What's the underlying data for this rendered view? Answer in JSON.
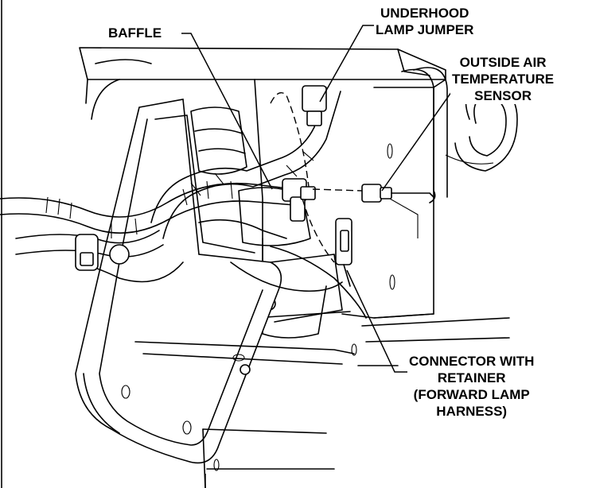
{
  "labels": {
    "baffle": "BAFFLE",
    "underhood_line1": "UNDERHOOD",
    "underhood_line2": "LAMP JUMPER",
    "oat_line1": "OUTSIDE AIR",
    "oat_line2": "TEMPERATURE",
    "oat_line3": "SENSOR",
    "connector_line1": "CONNECTOR WITH",
    "connector_line2": "RETAINER",
    "connector_line3": "(FORWARD LAMP",
    "connector_line4": "HARNESS)"
  },
  "colors": {
    "line": "#000000",
    "background": "#ffffff"
  }
}
